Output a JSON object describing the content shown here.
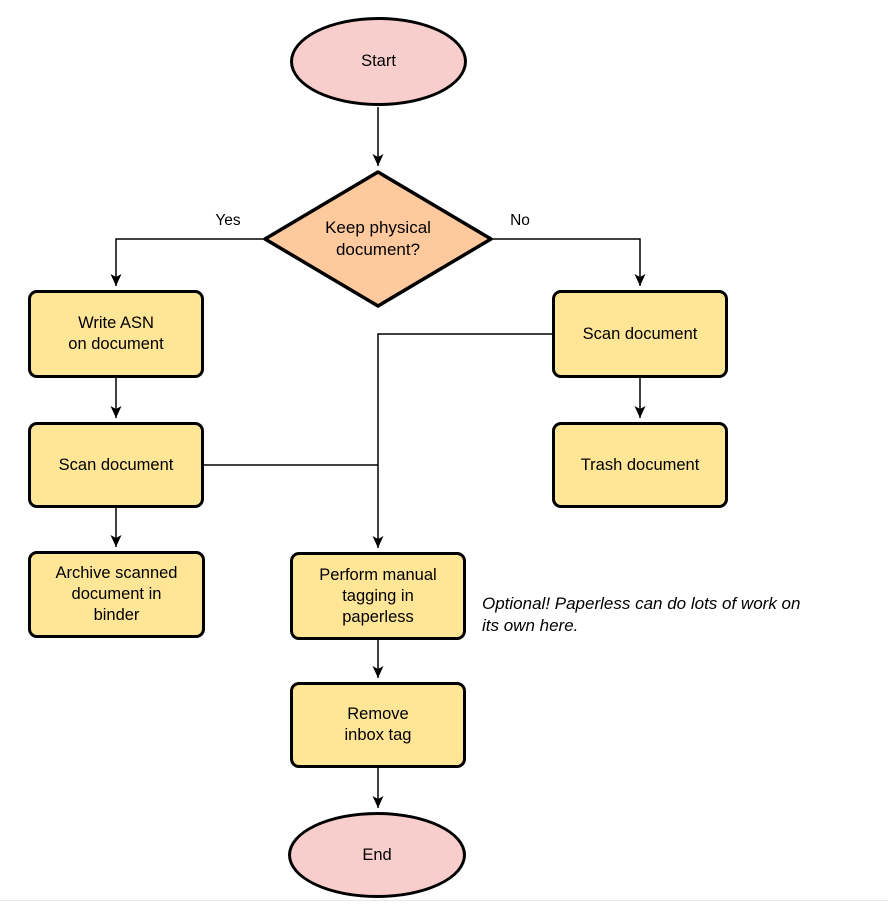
{
  "nodes": {
    "start": {
      "label": "Start"
    },
    "decision": {
      "label": "Keep physical\ndocument?"
    },
    "write_asn": {
      "label": "Write ASN\non document"
    },
    "scan_left": {
      "label": "Scan document"
    },
    "archive": {
      "label": "Archive scanned\ndocument in\nbinder"
    },
    "scan_right": {
      "label": "Scan document"
    },
    "trash": {
      "label": "Trash document"
    },
    "tagging": {
      "label": "Perform manual\ntagging in\npaperless"
    },
    "remove_inbox": {
      "label": "Remove\ninbox tag"
    },
    "end": {
      "label": "End"
    }
  },
  "edge_labels": {
    "yes": "Yes",
    "no": "No"
  },
  "note": {
    "text": "Optional! Paperless can do lots of work on\nits own here."
  },
  "colors": {
    "terminal_fill": "#f8cecc",
    "process_fill": "#ffe596",
    "decision_fill": "#ffc99e",
    "stroke": "#000000",
    "divider": "#e9e9e9"
  }
}
